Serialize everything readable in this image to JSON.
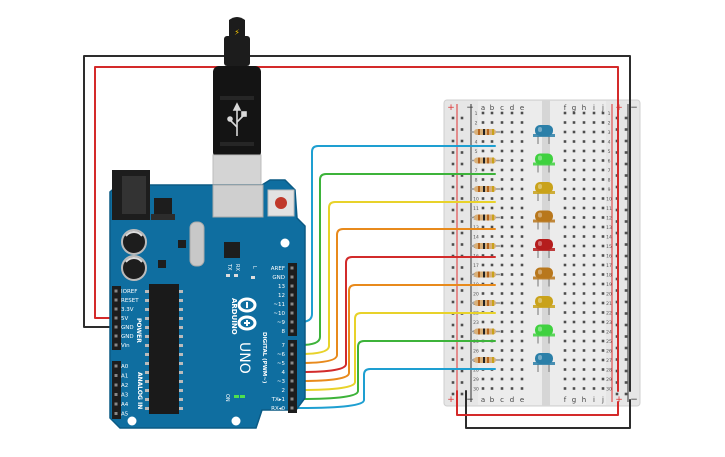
{
  "arduino": {
    "model": "UNO",
    "brand": "ARDUINO",
    "left_header_labels": [
      "IOREF",
      "RESET",
      "3.3V",
      "5V",
      "GND",
      "GND",
      "Vin"
    ],
    "power_label": "POWER",
    "analog_pins": [
      "A0",
      "A1",
      "A2",
      "A3",
      "A4",
      "A5"
    ],
    "analog_label": "ANALOG IN",
    "digital_label": "DIGITAL (PWM~)",
    "top_header_labels": [
      "AREF",
      "GND",
      "13",
      "12",
      "~11",
      "~10",
      "~9",
      "8"
    ],
    "bottom_header_labels": [
      "7",
      "~6",
      "~5",
      "4",
      "~3",
      "2",
      "TX▸1",
      "RX◂0"
    ],
    "led_labels": [
      "L",
      "TX",
      "RX"
    ],
    "on_label": "ON"
  },
  "breadboard": {
    "rail_plus": "+",
    "rail_minus": "−",
    "left_cols": [
      "a",
      "b",
      "c",
      "d",
      "e"
    ],
    "right_cols": [
      "f",
      "g",
      "h",
      "i",
      "j"
    ],
    "rows": [
      "1",
      "2",
      "3",
      "4",
      "5",
      "6",
      "7",
      "8",
      "9",
      "10",
      "11",
      "12",
      "13",
      "14",
      "15",
      "16",
      "17",
      "18",
      "19",
      "20",
      "21",
      "22",
      "23",
      "24",
      "25",
      "26",
      "27",
      "28",
      "29",
      "30"
    ]
  },
  "circuit": {
    "leds": [
      {
        "color": "#2b7fa8",
        "wire": "#1e9fd1"
      },
      {
        "color": "#3fd13f",
        "wire": "#3db33a"
      },
      {
        "color": "#c9a21a",
        "wire": "#e8d22a"
      },
      {
        "color": "#b8771c",
        "wire": "#e88a1c"
      },
      {
        "color": "#b51d1d",
        "wire": "#d22b2b"
      },
      {
        "color": "#b8771c",
        "wire": "#e88a1c"
      },
      {
        "color": "#c9a21a",
        "wire": "#e8d22a"
      },
      {
        "color": "#3fd13f",
        "wire": "#3db33a"
      },
      {
        "color": "#2b7fa8",
        "wire": "#1e9fd1"
      }
    ],
    "usb_symbol": "⚡"
  }
}
